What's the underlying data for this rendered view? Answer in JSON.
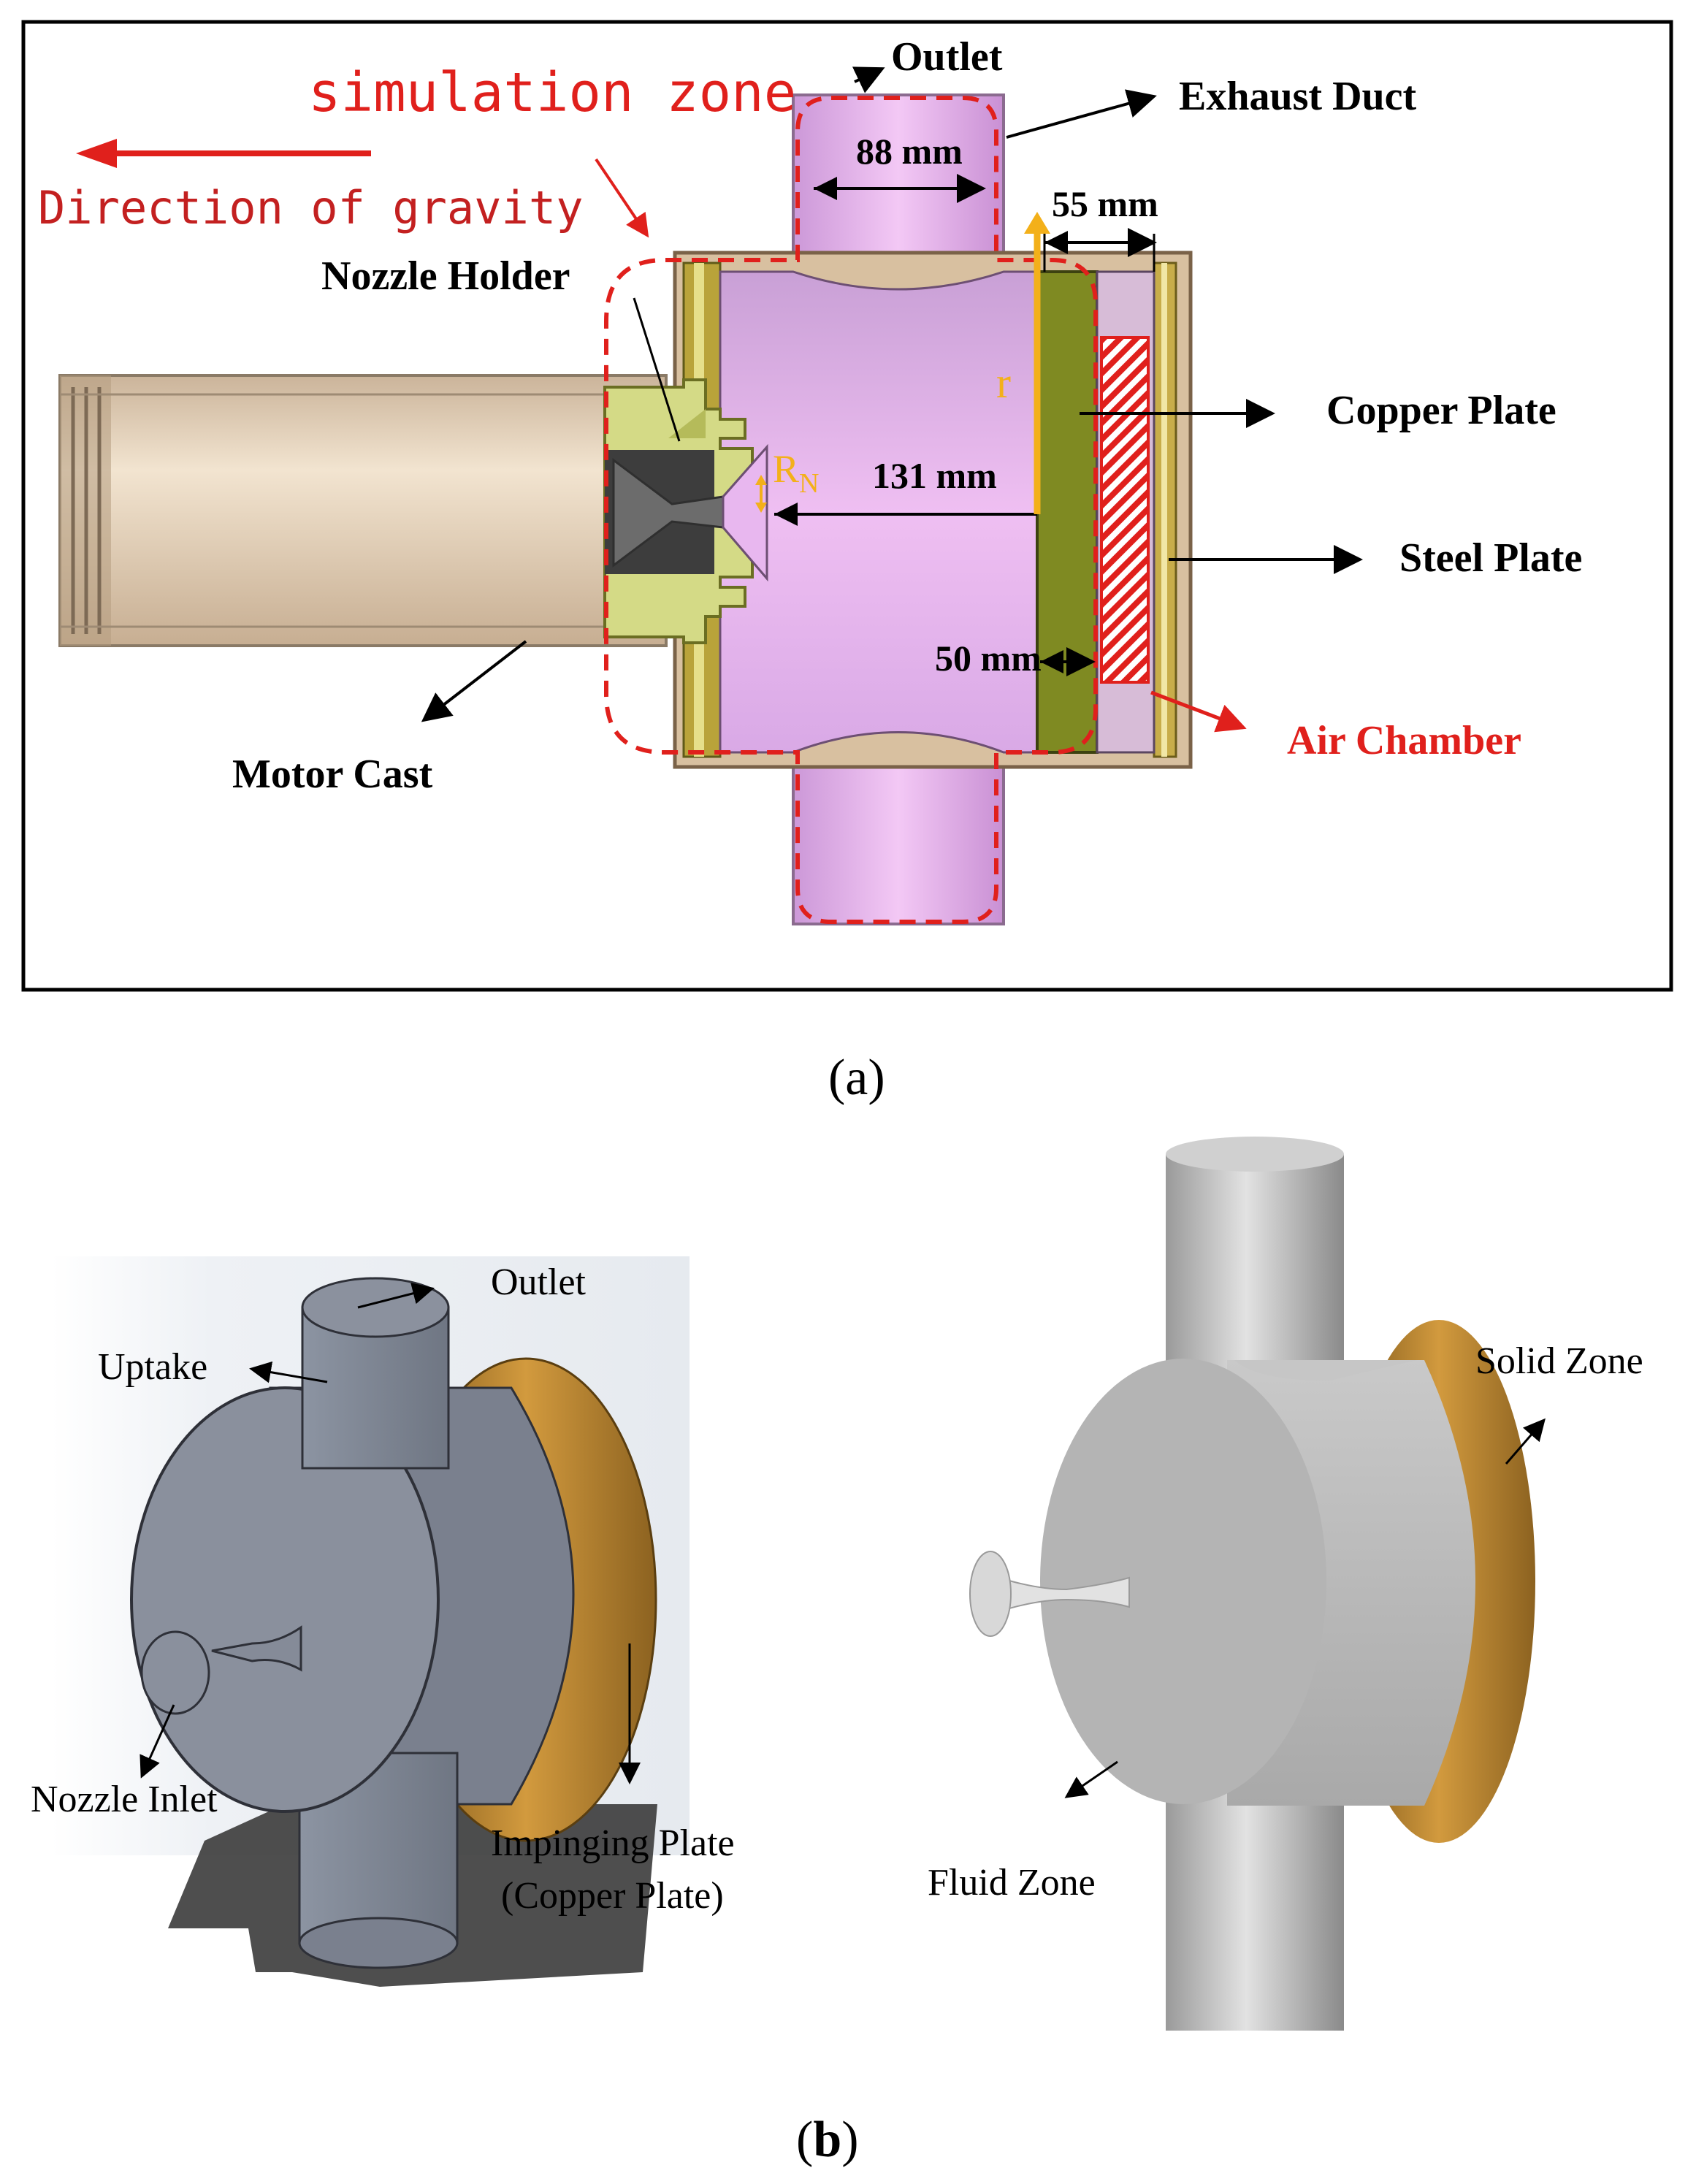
{
  "panel_a": {
    "caption": "(a)",
    "annotations": {
      "simulation_zone": "simulation zone",
      "gravity": "Direction of gravity",
      "outlet": "Outlet",
      "exhaust_duct": "Exhaust Duct",
      "nozzle_holder": "Nozzle Holder",
      "copper_plate": "Copper Plate",
      "steel_plate": "Steel Plate",
      "air_chamber": "Air Chamber",
      "motor_cast": "Motor Cast"
    },
    "dimensions": {
      "d88": "88 mm",
      "d55": "55 mm",
      "d131": "131 mm",
      "d50": "50 mm",
      "r": "r",
      "rn_main": "R",
      "rn_sub": "N"
    }
  },
  "panel_b": {
    "caption_open": "(",
    "caption_letter": "b",
    "caption_close": ")",
    "left": {
      "outlet": "Outlet",
      "uptake": "Uptake",
      "nozzle_inlet": "Nozzle Inlet",
      "impinging_1": "Impinging Plate",
      "impinging_2": "(Copper Plate)"
    },
    "right": {
      "solid_zone": "Solid Zone",
      "fluid_zone": "Fluid Zone"
    }
  },
  "colors": {
    "red": "#e0201c",
    "pink": "#e9b6ee",
    "olive": "#7f8a22",
    "yellow_green": "#d4da86",
    "tan": "#e6cfb0",
    "orange": "#f3b01a",
    "steel_blue": "#7e8592",
    "copper": "#c28a32",
    "grey": "#b8b8b8"
  }
}
